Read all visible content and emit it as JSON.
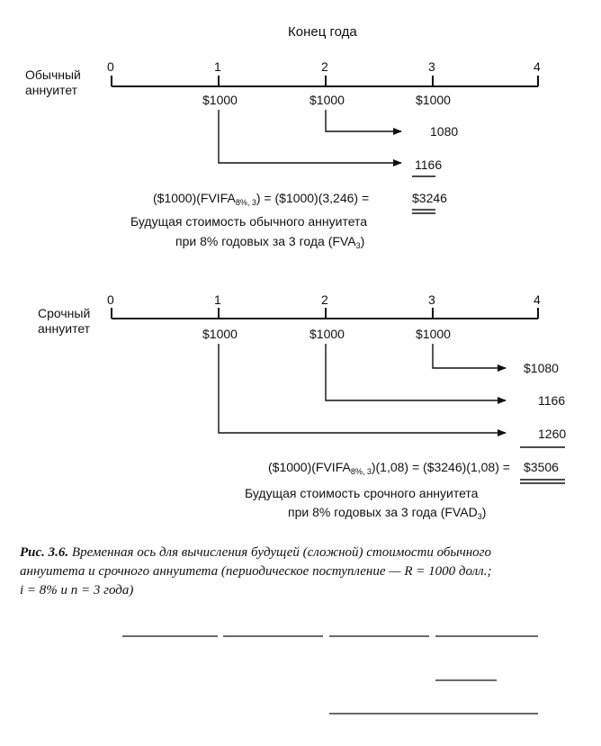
{
  "header": {
    "title": "Конец года"
  },
  "ordinary": {
    "label_line1": "Обычный",
    "label_line2": "аннуитет",
    "ticks": [
      "0",
      "1",
      "2",
      "3",
      "4"
    ],
    "payments": [
      "$1000",
      "$1000",
      "$1000"
    ],
    "results": [
      "1080",
      "1166"
    ],
    "formula_a": "($1000)(FVIFA",
    "formula_sub": "8%, 3",
    "formula_b": ") = ($1000)(3,246) =",
    "total": "$3246",
    "desc_line1": "Будущая стоимость обычного аннуитета",
    "desc_line2_a": "при 8% годовых за 3 года (FVA",
    "desc_line2_sub": "3",
    "desc_line2_b": ")"
  },
  "due": {
    "label_line1": "Срочный",
    "label_line2": "аннуитет",
    "ticks": [
      "0",
      "1",
      "2",
      "3",
      "4"
    ],
    "payments": [
      "$1000",
      "$1000",
      "$1000"
    ],
    "results": [
      "$1080",
      "1166",
      "1260"
    ],
    "formula_a": "($1000)(FVIFA",
    "formula_sub": "8%, 3",
    "formula_b": ")(1,08) = ($3246)(1,08) =",
    "total": "$3506",
    "desc_line1": "Будущая стоимость срочного  аннуитета",
    "desc_line2_a": "при 8% годовых за 3 года (FVAD",
    "desc_line2_sub": "3",
    "desc_line2_b": ")"
  },
  "caption": {
    "title": "Рис. 3.6.",
    "text1": " Временная ось для вычисления будущей (сложной) стоимости обычного",
    "text2": "аннуитета и срочного аннуитета (периодическое поступление — R = 1000 долл.;",
    "text3": "i = 8% и n = 3 года)"
  }
}
